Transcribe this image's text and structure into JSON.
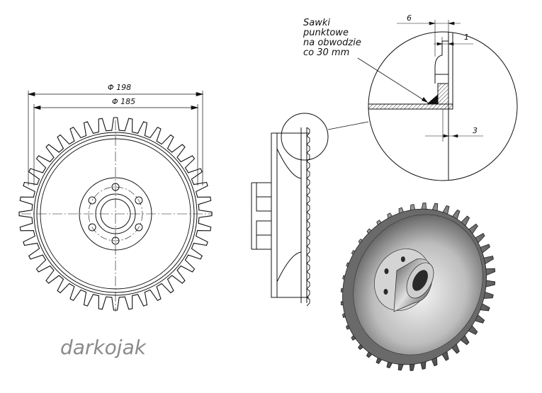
{
  "dimensions": {
    "outer_diameter": "Φ 198",
    "inner_diameter": "Φ 185",
    "detail_width": "6",
    "detail_offset": "1",
    "detail_thickness": "3"
  },
  "note": {
    "line1": "Sawki",
    "line2": "punktowe",
    "line3": "na obwodzie",
    "line4": "co 30 mm"
  },
  "watermark": "darkojak",
  "sprocket": {
    "teeth": 40,
    "bolt_holes": 6
  },
  "colors": {
    "line": "#111111",
    "hatch": "#333333",
    "watermark": "#8a8a8a"
  }
}
